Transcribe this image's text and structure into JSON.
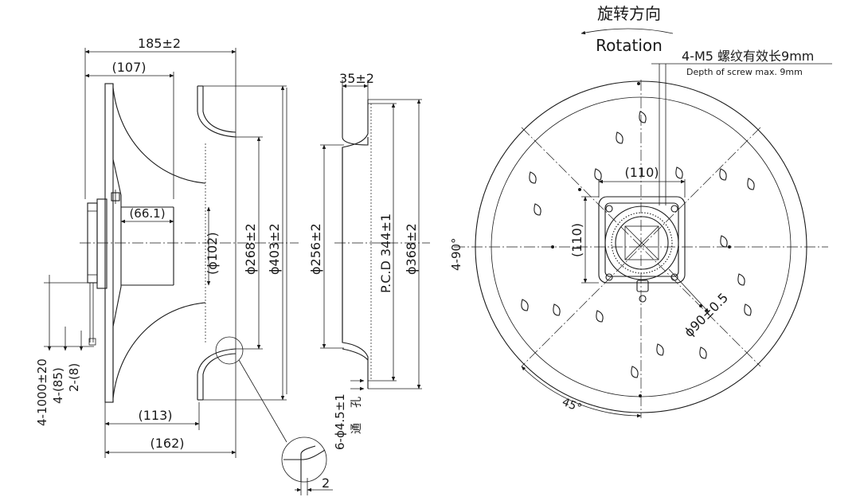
{
  "labels": {
    "overall_width": "185±2",
    "inner_width": "(107)",
    "hub_offset": "(66.1)",
    "bore": "(ϕ102)",
    "inlet_dia": "ϕ268±2",
    "outer_dia": "ϕ403±2",
    "base_width_a": "(113)",
    "base_width_b": "(162)",
    "cable_length": "4-1000±20",
    "cable_strip_a": "4-(85)",
    "cable_strip_b": "2-(8)",
    "ring_depth": "35±2",
    "ring_inner_dia": "ϕ256±2",
    "pcd": "P.C.D 344±1",
    "ring_outer_dia": "ϕ368±2",
    "hole_spec": "6-ϕ4.5±1",
    "hole_note_a": "孔",
    "hole_note_b": "通",
    "detail_gap": "2",
    "rotation_cn": "旋转方向",
    "rotation_en": "Rotation",
    "screw_spec": "4-M5 螺纹有效长9mm",
    "screw_depth": "Depth of screw max. 9mm",
    "square_w": "(110)",
    "square_h": "(110)",
    "motor_dia": "ϕ90±0.5",
    "angle_pattern": "4-90°",
    "angle_45": "45°"
  },
  "colors": {
    "line": "#1a1a1a",
    "background": "#ffffff"
  }
}
